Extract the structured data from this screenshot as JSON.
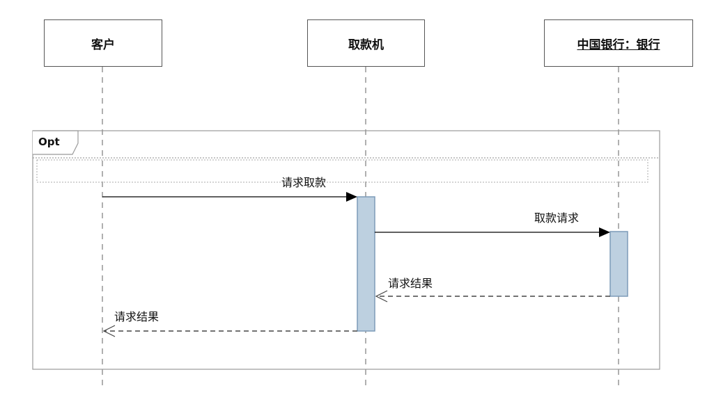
{
  "lifelines": [
    {
      "label": "客户"
    },
    {
      "label": "取款机"
    },
    {
      "label": "中国银行：银行"
    }
  ],
  "fragment": {
    "operator": "Opt"
  },
  "messages": [
    {
      "label": "请求取款",
      "kind": "synchronous"
    },
    {
      "label": "取款请求",
      "kind": "synchronous"
    },
    {
      "label": "请求结果",
      "kind": "return"
    },
    {
      "label": "请求结果",
      "kind": "return"
    }
  ],
  "colors": {
    "activation_fill": "#bdd0e0",
    "activation_stroke": "#7d9bb8",
    "line": "#000000",
    "lifeline_dash": "#b0b0b0",
    "frame": "#999999"
  }
}
